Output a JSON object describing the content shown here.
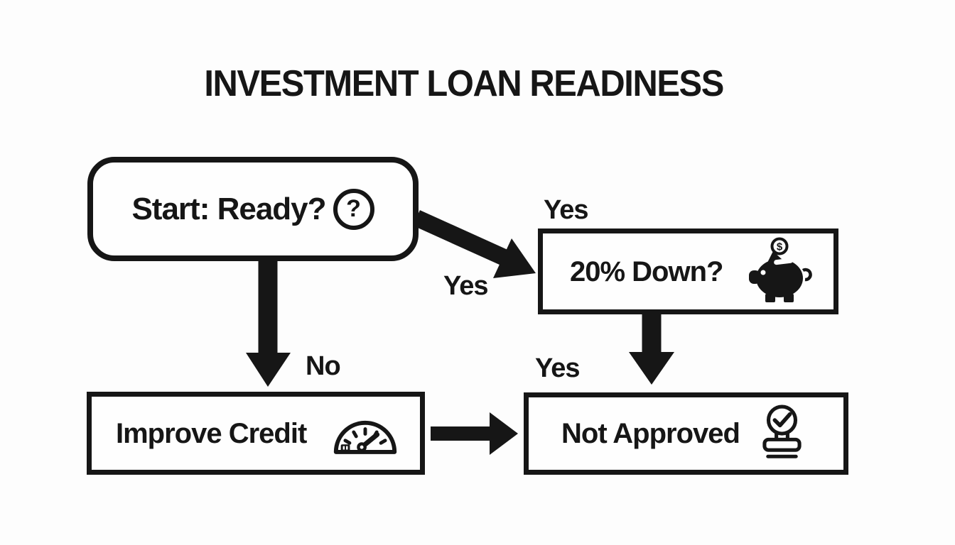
{
  "colors": {
    "background": "#fdfdfd",
    "ink": "#161616"
  },
  "title": "INVESTMENT LOAN READINESS",
  "flowchart": {
    "nodes": [
      {
        "id": "start",
        "shape": "rounded",
        "label": "Start: Ready?",
        "icon": "question-circle-icon"
      },
      {
        "id": "down-payment",
        "shape": "rectangle",
        "label": "20% Down?",
        "icon": "piggy-bank-icon"
      },
      {
        "id": "improve-credit",
        "shape": "rectangle",
        "label": "Improve Credit",
        "icon": "gauge-icon"
      },
      {
        "id": "not-approved",
        "shape": "rectangle",
        "label": "Not Approved",
        "icon": "stamp-icon"
      }
    ],
    "edges": [
      {
        "from": "start",
        "to": "down-payment",
        "label": "Yes",
        "extra_label": "Yes",
        "direction": "diagonal-right"
      },
      {
        "from": "start",
        "to": "improve-credit",
        "label": "No",
        "direction": "down"
      },
      {
        "from": "down-payment",
        "to": "not-approved",
        "label": "Yes",
        "direction": "down"
      },
      {
        "from": "improve-credit",
        "to": "not-approved",
        "label": "",
        "direction": "right"
      }
    ]
  },
  "glyphs": {
    "question_mark": "?",
    "dollar": "$"
  }
}
